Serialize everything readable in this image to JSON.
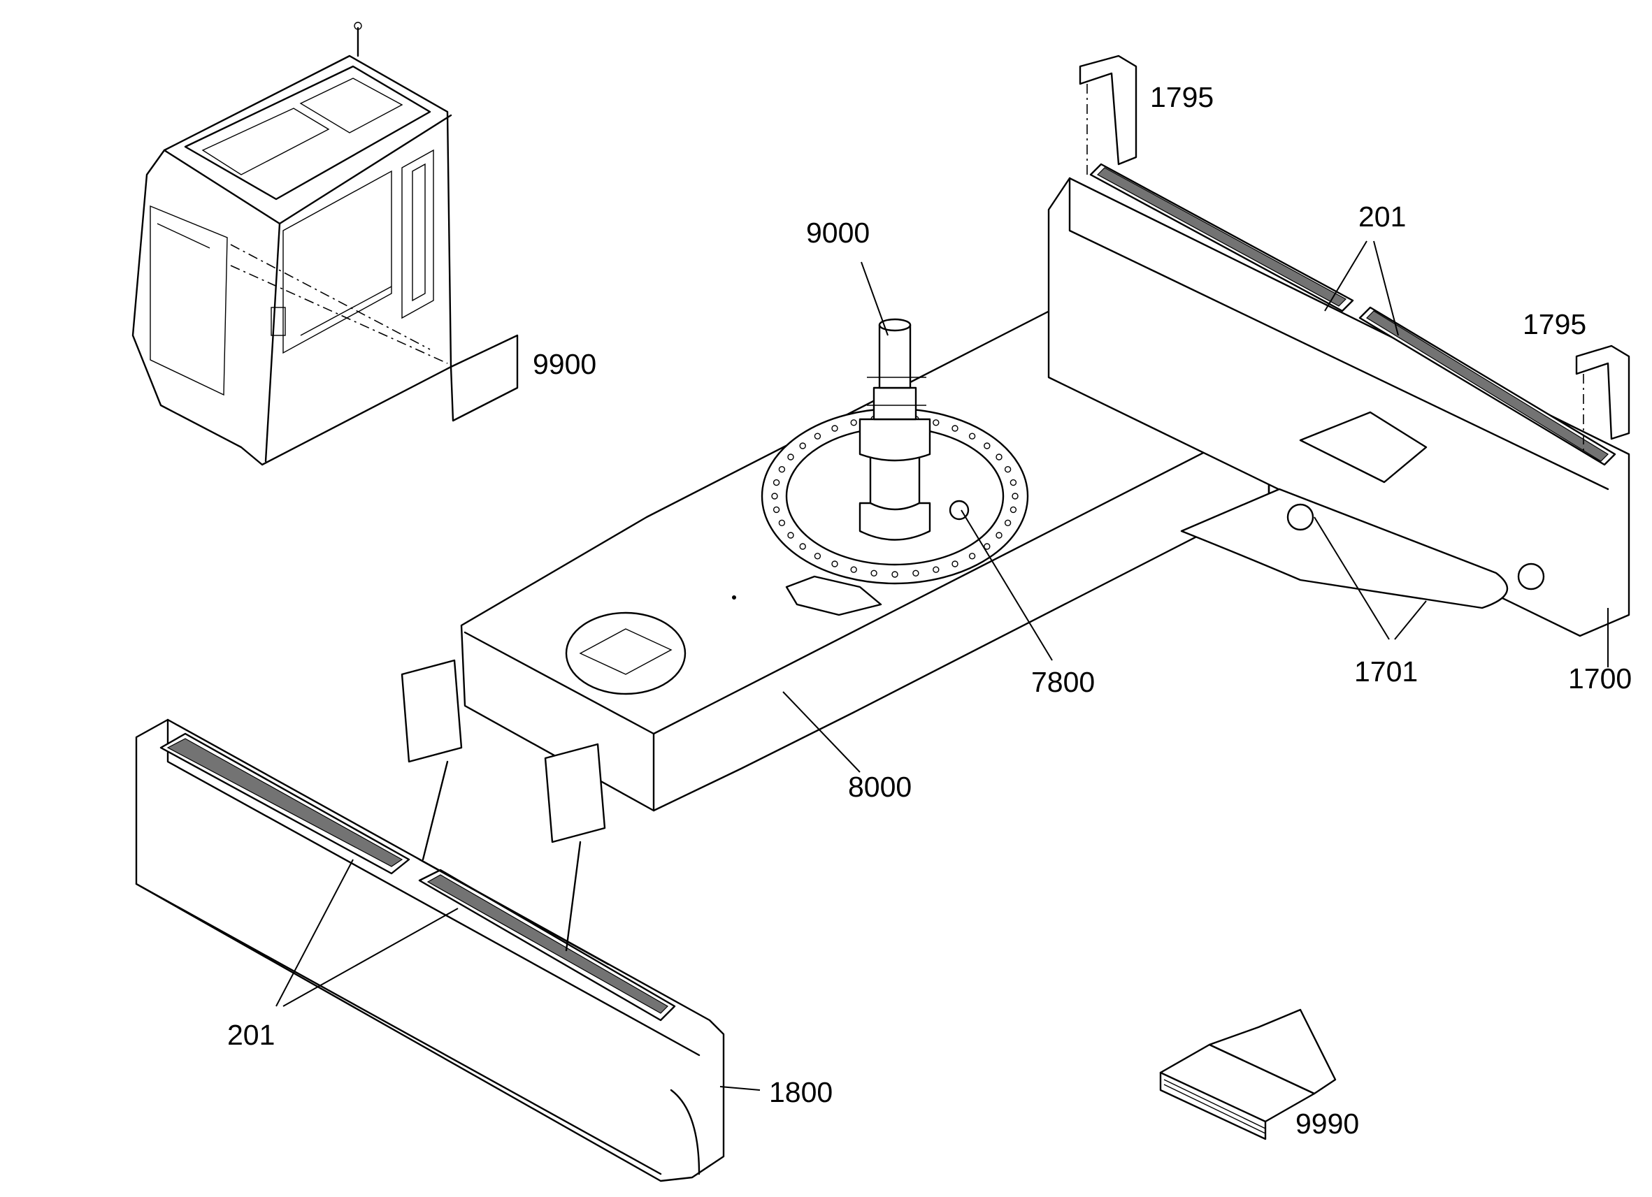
{
  "callouts": [
    {
      "id": "cab_tag",
      "text": "9900"
    },
    {
      "id": "bracket_top",
      "text": "1795"
    },
    {
      "id": "bracket_right",
      "text": "1795"
    },
    {
      "id": "steps_rear",
      "text": "201"
    },
    {
      "id": "swivel",
      "text": "9000"
    },
    {
      "id": "steps_front",
      "text": "201"
    },
    {
      "id": "ring_part",
      "text": "7800"
    },
    {
      "id": "frame",
      "text": "8000"
    },
    {
      "id": "rear_arms",
      "text": "1701"
    },
    {
      "id": "rear_blade",
      "text": "1700"
    },
    {
      "id": "front_blade",
      "text": "1800"
    },
    {
      "id": "manual",
      "text": "9990"
    }
  ]
}
